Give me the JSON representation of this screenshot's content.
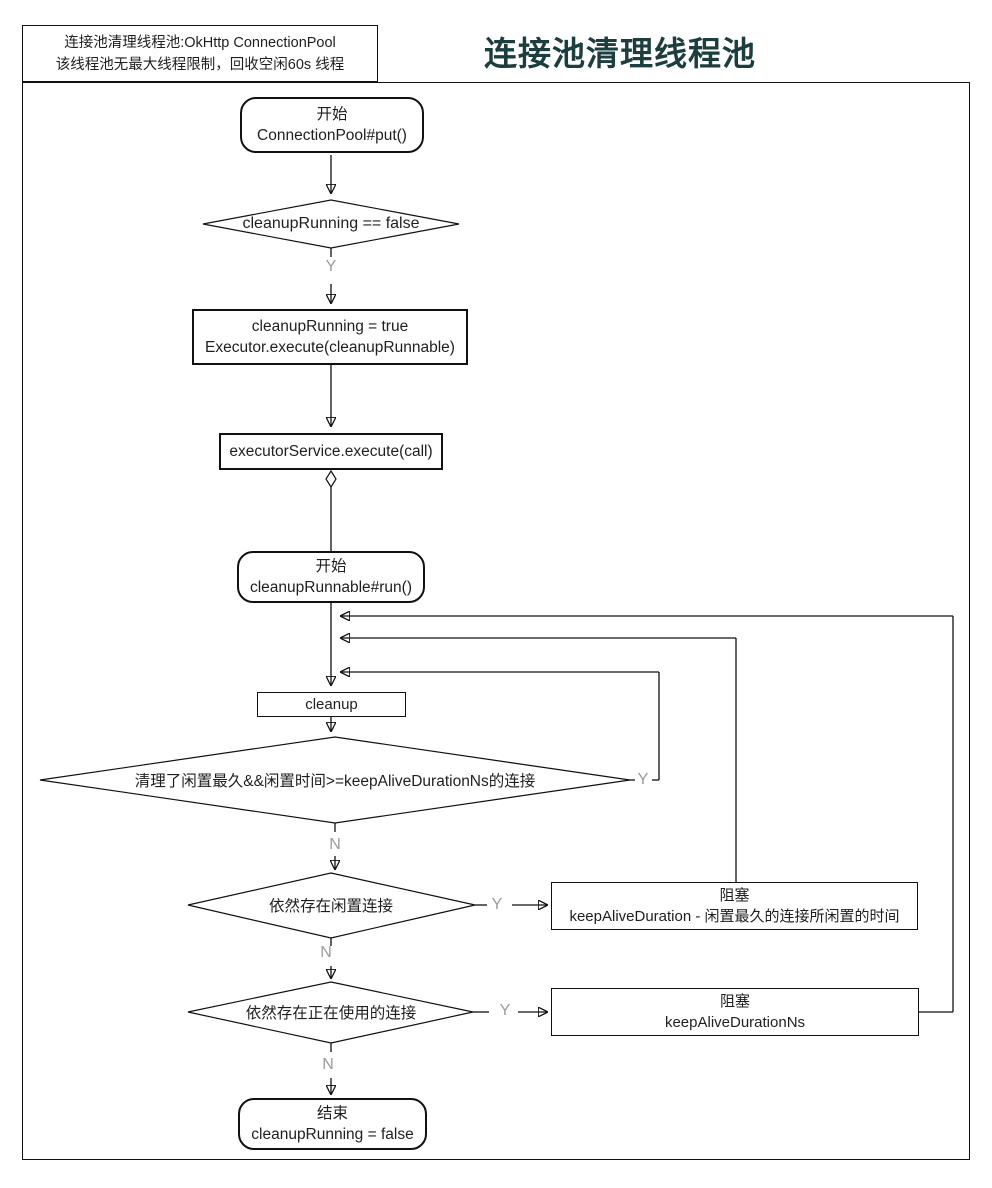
{
  "header": {
    "note_line1": "连接池清理线程池:OkHttp ConnectionPool",
    "note_line2": "该线程池无最大线程限制，回收空闲60s 线程",
    "title": "连接池清理线程池"
  },
  "nodes": {
    "start_put": {
      "line1": "开始",
      "line2": "ConnectionPool#put()"
    },
    "check_cleanup_running": {
      "label": "cleanupRunning == false"
    },
    "set_running": {
      "line1": "cleanupRunning = true",
      "line2": "Executor.execute(cleanupRunnable)"
    },
    "executor_execute": {
      "label": "executorService.execute(call)"
    },
    "start_run": {
      "line1": "开始",
      "line2": "cleanupRunnable#run()"
    },
    "cleanup": {
      "label": "cleanup"
    },
    "check_cleaned": {
      "label": "清理了闲置最久&&闲置时间>=keepAliveDurationNs的连接"
    },
    "check_idle": {
      "label": "依然存在闲置连接"
    },
    "block_keep_alive_duration": {
      "line1": "阻塞",
      "line2": "keepAliveDuration - 闲置最久的连接所闲置的时间"
    },
    "check_in_use": {
      "label": "依然存在正在使用的连接"
    },
    "block_keep_alive_duration_ns": {
      "line1": "阻塞",
      "line2": "keepAliveDurationNs"
    },
    "end": {
      "line1": "结束",
      "line2": "cleanupRunning = false"
    }
  },
  "edge_labels": {
    "yes": "Y",
    "no": "N"
  },
  "colors": {
    "title-color": "#1d3e3e",
    "stroke": "#111111",
    "gray-label": "#9b9b9b"
  }
}
